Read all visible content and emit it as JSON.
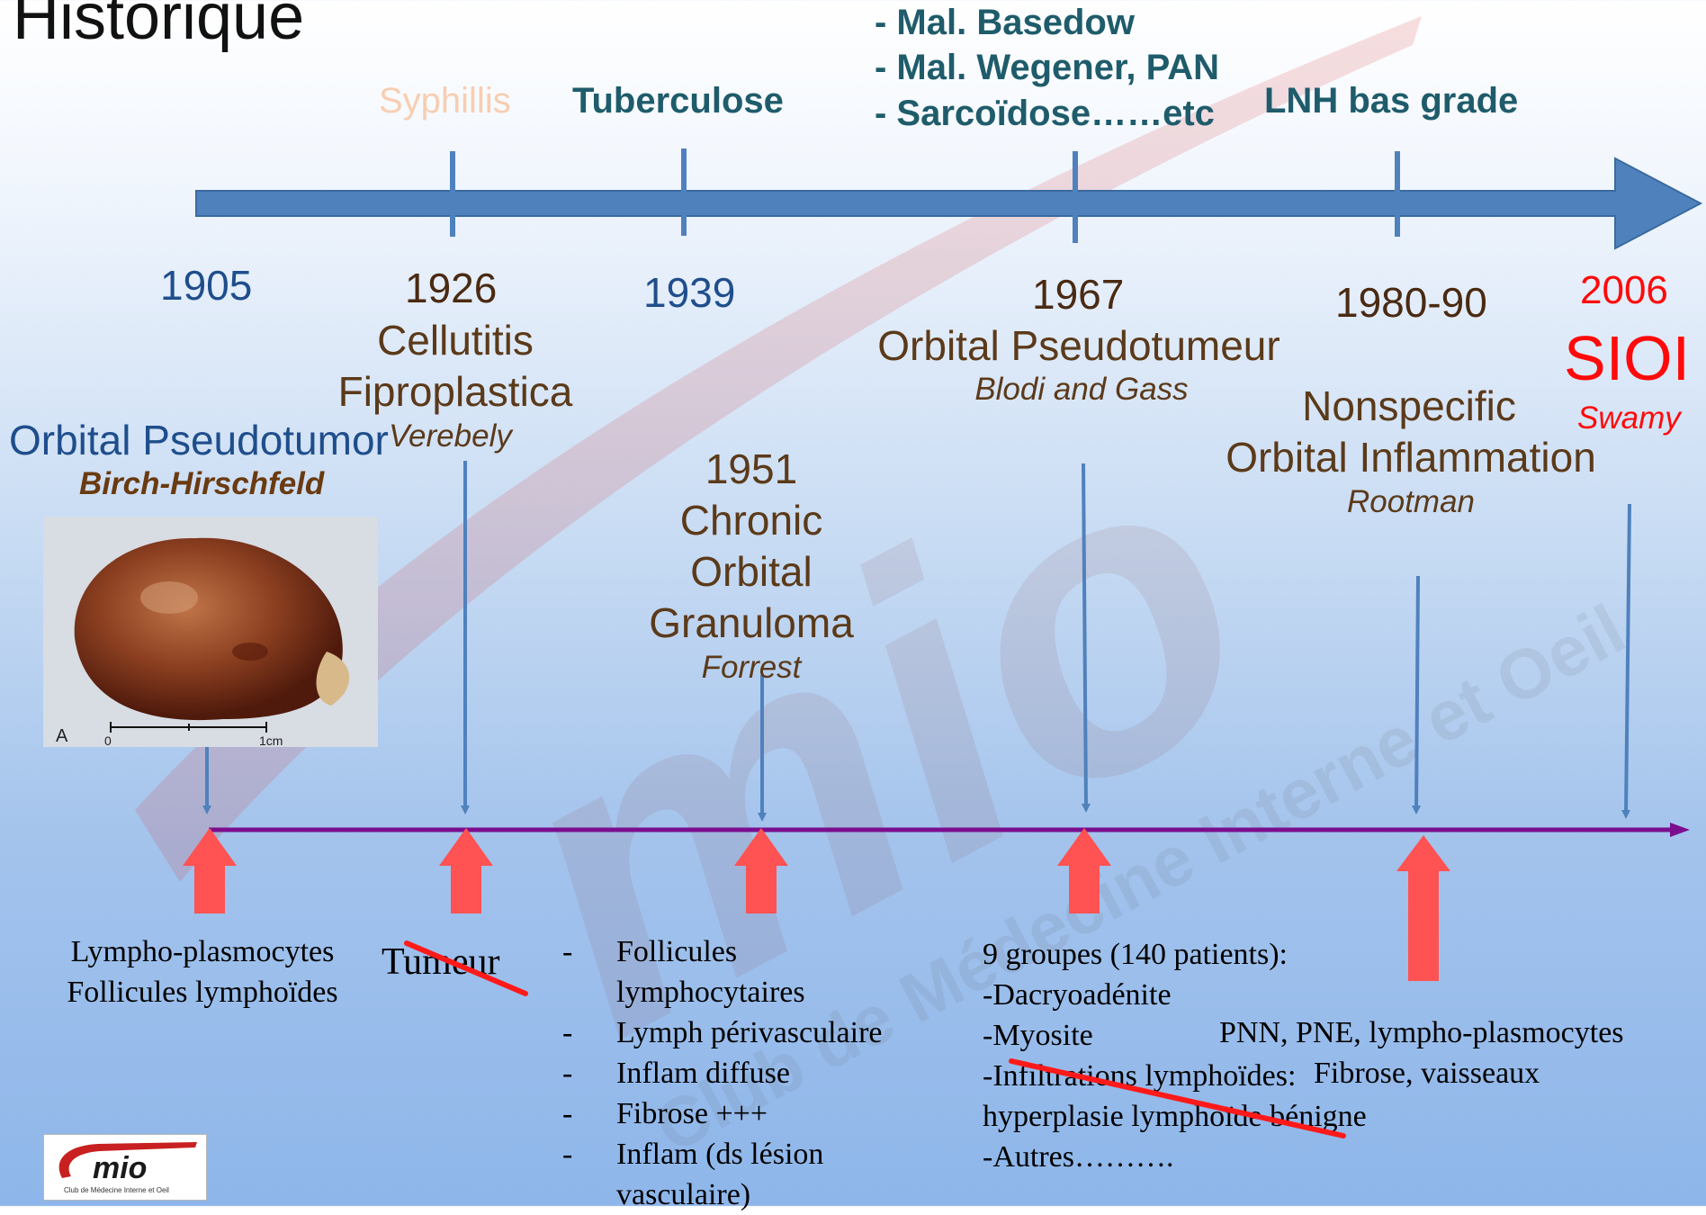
{
  "title": "Historique",
  "diseases": {
    "syphilis": "Syphillis",
    "tuberculose": "Tuberculose",
    "list": [
      "- Mal. Basedow",
      "- Mal. Wegener, PAN",
      "- Sarcoïdose……etc"
    ],
    "lnh": "LNH bas grade"
  },
  "milestones": {
    "m1905": {
      "year": "1905",
      "name": "Orbital Pseudotumor",
      "author": "Birch-Hirschfeld"
    },
    "m1926": {
      "year": "1926",
      "name1": "Cellutitis",
      "name2": "Fiproplastica",
      "author": "Verebely"
    },
    "m1939": {
      "year": "1939"
    },
    "m1951": {
      "year": "1951",
      "name1": "Chronic",
      "name2": "Orbital",
      "name3": "Granuloma",
      "author": "Forrest"
    },
    "m1967": {
      "year": "1967",
      "name": "Orbital Pseudotumeur",
      "author": "Blodi and Gass"
    },
    "m1980": {
      "year": "1980-90",
      "name1": "Nonspecific",
      "name2": "Orbital Inflammation",
      "author": "Rootman"
    },
    "m2006": {
      "year": "2006",
      "name": "SIOI",
      "author": "Swamy"
    }
  },
  "specimen": {
    "scale_0": "0",
    "scale_1": "1cm",
    "label": "A"
  },
  "notes": {
    "n1905": [
      "Lympho-plasmocytes",
      "Follicules lymphoïdes"
    ],
    "n1926": "Tumeur",
    "n1951": [
      "Follicules lymphocytaires",
      "Lymph périvasculaire",
      "Inflam diffuse",
      "Fibrose +++",
      "Inflam (ds lésion vasculaire)"
    ],
    "n1967": [
      "9 groupes (140 patients):",
      "-Dacryoadénite",
      "-Myosite",
      "-Infiltrations lymphoïdes:",
      "hyperplasie lymphoïde bénigne",
      "-Autres………."
    ],
    "n1980": [
      "PNN, PNE, lympho-plasmocytes",
      "Fibrose, vaisseaux"
    ]
  },
  "logo": {
    "name": "mio",
    "tagline": "Club de Médecine Interne et Oeil"
  },
  "watermark": {
    "letters": "mio",
    "text": "Club de Médecine Interne et Oeil"
  },
  "colors": {
    "timeline_blue": "#4f81bd",
    "purple_line": "#7b0e8e",
    "red_arrow": "#ff5252",
    "disease_teal": "#1f5c6b",
    "name_brown": "#5b3a1a",
    "accent_red": "#ff0a0a"
  }
}
